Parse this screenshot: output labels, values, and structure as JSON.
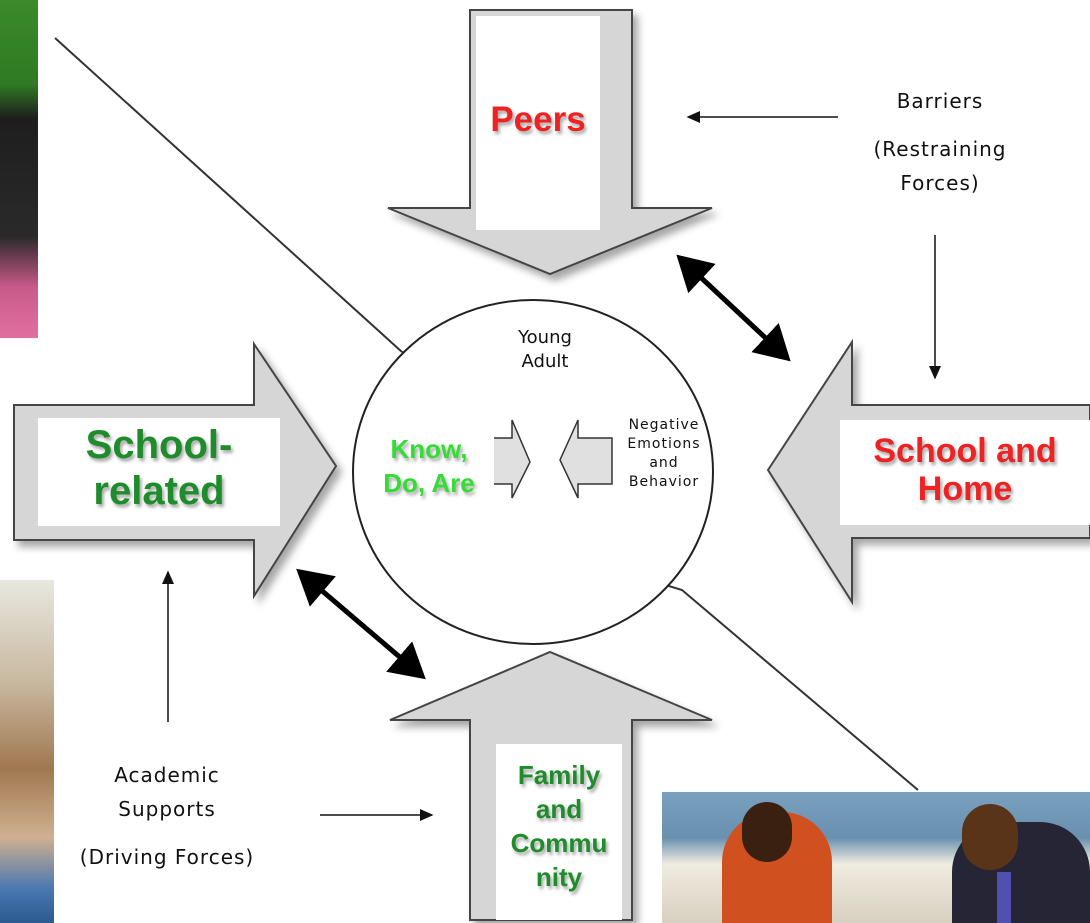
{
  "forces": {
    "peers": "Peers",
    "school_home_line1": "School and",
    "school_home_line2": "Home",
    "school_related_line1": "School-",
    "school_related_line2": "related",
    "family_line1": "Family",
    "family_line2": "and",
    "family_line3": "Commu",
    "family_line4": "nity"
  },
  "center": {
    "title_line1": "Young",
    "title_line2": "Adult",
    "positive_line1": "Know,",
    "positive_line2": "Do, Are",
    "negative_line1": "Negative",
    "negative_line2": "Emotions",
    "negative_line3": "and",
    "negative_line4": "Behavior"
  },
  "barriers": {
    "line1": "Barriers",
    "line2": "(Restraining",
    "line3": "Forces)"
  },
  "supports": {
    "line1": "Academic",
    "line2": "Supports",
    "line3": "(Driving Forces)"
  },
  "colors": {
    "barrier_red": "#ee2222",
    "support_green": "#1e8c2a",
    "center_green": "#33dd33",
    "arrow_fill": "#d4d4d4",
    "arrow_stroke": "#555555"
  }
}
